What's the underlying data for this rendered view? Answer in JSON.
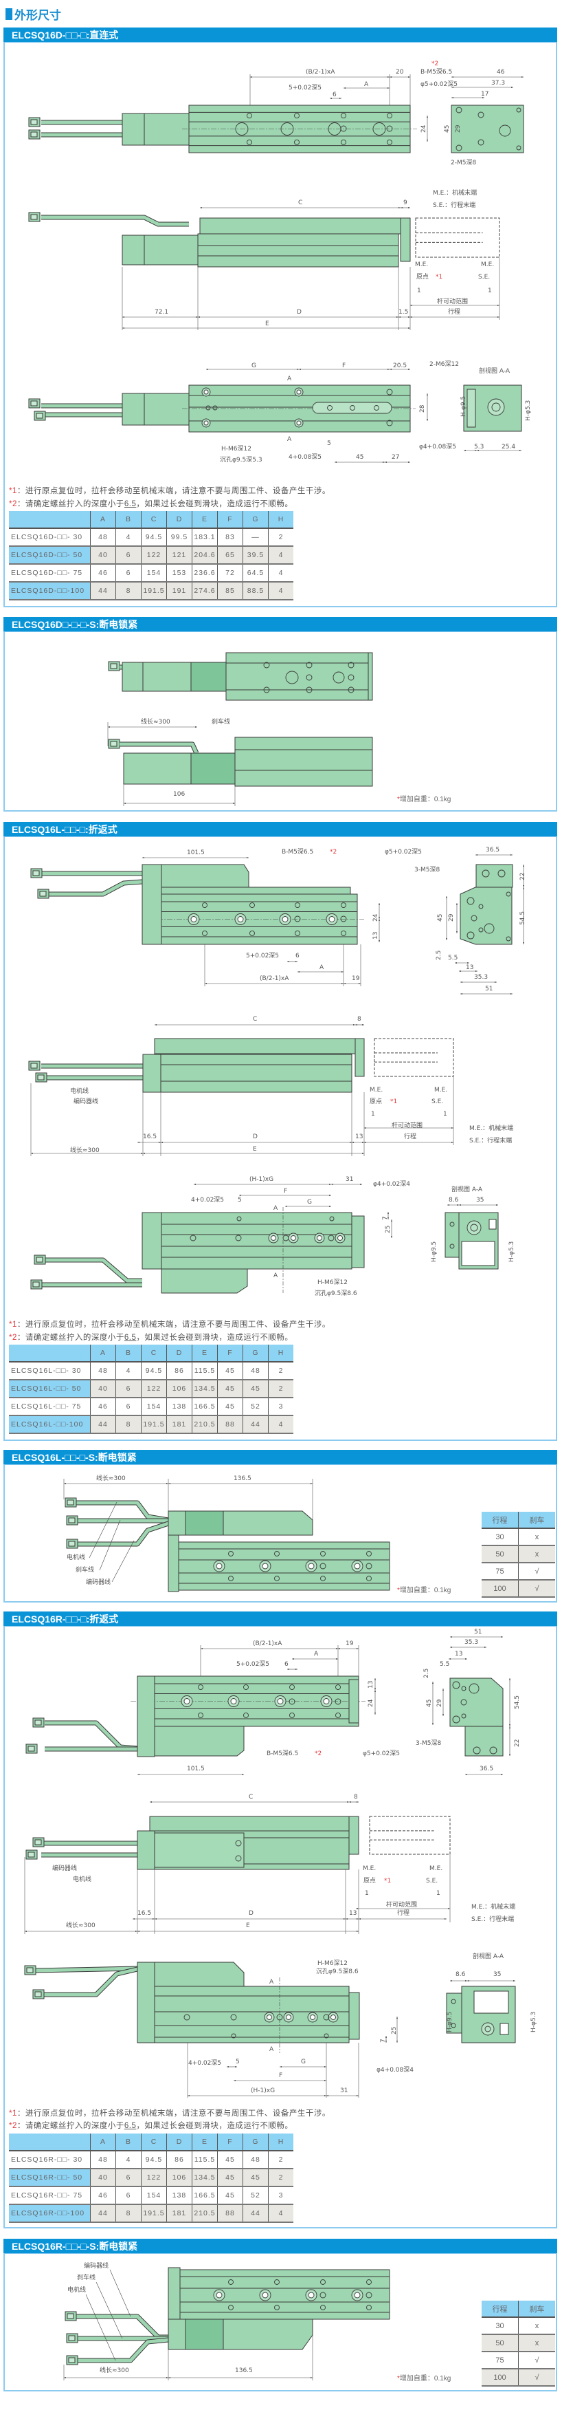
{
  "page_title": "外形尺寸",
  "colors": {
    "header_blue": "#0a94d8",
    "border_blue": "#8ccbef",
    "table_header": "#8dd3f4",
    "alt_row": "#e9e7e1",
    "body_green": "#9dd6b0",
    "dark_green": "#7fc59a",
    "mark_red": "#e5393b"
  },
  "notes": {
    "n1_mark": "*1",
    "n1": "：进行原点复位时，拉杆会移动至机械末端，请注意不要与周围工件、设备产生干涉。",
    "n2_mark": "*2",
    "n2_pre": "：请确定螺丝拧入的深度小于",
    "n2_u": "6.5",
    "n2_post": "，如果过长会碰到滑块，造成运行不顺畅。"
  },
  "weight_note": {
    "mark": "*",
    "text": "增加自重：0.1kg"
  },
  "dim_columns": [
    "A",
    "B",
    "C",
    "D",
    "E",
    "F",
    "G",
    "H"
  ],
  "brake_table": {
    "headers": [
      "行程",
      "刹车"
    ],
    "rows": [
      [
        "30",
        "x"
      ],
      [
        "50",
        "x"
      ],
      [
        "75",
        "√"
      ],
      [
        "100",
        "√"
      ]
    ]
  },
  "sections": [
    {
      "title": "ELCSQ16D-□□-□:直连式",
      "labels": [
        "(B/2-1)xA",
        "20",
        "*2",
        "B-M5深6.5",
        "A",
        "5+0.02深5",
        "φ5+0.02深5",
        "6",
        "24",
        "46",
        "37.3",
        "17",
        "45",
        "29",
        "2-M5深8",
        "C",
        "9",
        "M.E.：机械末端",
        "S.E.：行程末端",
        "M.E.",
        "原点",
        "*1",
        "1",
        "M.E.",
        "S.E.",
        "1",
        "杆可动范围",
        "72.1",
        "D",
        "1.5",
        "行程",
        "E",
        "G",
        "F",
        "20.5",
        "2-M6深12",
        "剖视图 A-A",
        "A",
        "28",
        "H-M6深12",
        "沉孔φ9.5深5.3",
        "4+0.08深5",
        "5",
        "45",
        "27",
        "φ4+0.08深5",
        "A",
        "H-φ9.5",
        "H-φ5.3",
        "5.3",
        "25.4"
      ],
      "table": [
        {
          "model": "ELCSQ16D-□□- 30",
          "values": [
            "48",
            "4",
            "94.5",
            "99.5",
            "183.1",
            "83",
            "—",
            "2"
          ]
        },
        {
          "model": "ELCSQ16D-□□- 50",
          "values": [
            "40",
            "6",
            "122",
            "121",
            "204.6",
            "65",
            "39.5",
            "4"
          ]
        },
        {
          "model": "ELCSQ16D-□□- 75",
          "values": [
            "46",
            "6",
            "154",
            "153",
            "236.6",
            "72",
            "64.5",
            "4"
          ]
        },
        {
          "model": "ELCSQ16D-□□-100",
          "values": [
            "44",
            "8",
            "191.5",
            "191",
            "274.6",
            "85",
            "88.5",
            "4"
          ]
        }
      ]
    },
    {
      "title": "ELCSQ16D□-□-□-S:断电锁紧",
      "labels": [
        "线长≈300",
        "刹车线",
        "106"
      ]
    },
    {
      "title": "ELCSQ16L-□□-□:折返式",
      "labels": [
        "101.5",
        "B-M5深6.5",
        "*2",
        "φ5+0.02深5",
        "36.5",
        "3-M5深8",
        "22",
        "24",
        "13",
        "45",
        "29",
        "54.5",
        "5+0.02深5",
        "6",
        "A",
        "(B/2-1)xA",
        "19",
        "2.5",
        "5.5",
        "13",
        "35.3",
        "51",
        "C",
        "8",
        "电机线",
        "编码器线",
        "M.E.",
        "原点",
        "*1",
        "1",
        "M.E.",
        "S.E.",
        "1",
        "杆可动范围",
        "M.E.：机械末端",
        "S.E.：行程末端",
        "16.5",
        "D",
        "13",
        "行程",
        "线长≈300",
        "E",
        "(H-1)xG",
        "31",
        "φ4+0.02深4",
        "F",
        "G",
        "4+0.02深5",
        "5",
        "A",
        "7",
        "25",
        "A",
        "H-M6深12",
        "沉孔φ9.5深8.6",
        "剖视图 A-A",
        "8.6",
        "35",
        "H-φ9.5",
        "H-φ5.3"
      ],
      "table": [
        {
          "model": "ELCSQ16L-□□- 30",
          "values": [
            "48",
            "4",
            "94.5",
            "86",
            "115.5",
            "45",
            "48",
            "2"
          ]
        },
        {
          "model": "ELCSQ16L-□□- 50",
          "values": [
            "40",
            "6",
            "122",
            "106",
            "134.5",
            "45",
            "45",
            "2"
          ]
        },
        {
          "model": "ELCSQ16L-□□- 75",
          "values": [
            "46",
            "6",
            "154",
            "138",
            "166.5",
            "45",
            "52",
            "3"
          ]
        },
        {
          "model": "ELCSQ16L-□□-100",
          "values": [
            "44",
            "8",
            "191.5",
            "181",
            "210.5",
            "88",
            "44",
            "4"
          ]
        }
      ]
    },
    {
      "title": "ELCSQ16L-□□-□-S:断电锁紧",
      "labels": [
        "线长≈300",
        "136.5",
        "电机线",
        "刹车线",
        "编码器线"
      ]
    },
    {
      "title": "ELCSQ16R-□□-□:折返式",
      "labels": [
        "(B/2-1)xA",
        "19",
        "A",
        "5+0.02深5",
        "6",
        "13",
        "24",
        "B-M5深6.5",
        "*2",
        "φ5+0.02深5",
        "101.5",
        "51",
        "35.3",
        "13",
        "5.5",
        "2.5",
        "45",
        "29",
        "54.5",
        "3-M5深8",
        "22",
        "36.5",
        "C",
        "8",
        "编码器线",
        "电机线",
        "M.E.",
        "原点",
        "*1",
        "1",
        "M.E.",
        "S.E.",
        "1",
        "杆可动范围",
        "M.E.：机械末端",
        "S.E.：行程末端",
        "16.5",
        "D",
        "13",
        "行程",
        "线长≈300",
        "E",
        "剖视图 A-A",
        "H-M6深12",
        "沉孔φ9.5深8.6",
        "A",
        "8.6",
        "35",
        "25",
        "7",
        "A",
        "4+0.02深5",
        "5",
        "G",
        "φ4+0.08深4",
        "F",
        "(H-1)xG",
        "31",
        "H-φ9.5",
        "H-φ5.3"
      ],
      "table": [
        {
          "model": "ELCSQ16R-□□- 30",
          "values": [
            "48",
            "4",
            "94.5",
            "86",
            "115.5",
            "45",
            "48",
            "2"
          ]
        },
        {
          "model": "ELCSQ16R-□□- 50",
          "values": [
            "40",
            "6",
            "122",
            "106",
            "134.5",
            "45",
            "45",
            "2"
          ]
        },
        {
          "model": "ELCSQ16R-□□- 75",
          "values": [
            "46",
            "6",
            "154",
            "138",
            "166.5",
            "45",
            "52",
            "3"
          ]
        },
        {
          "model": "ELCSQ16R-□□-100",
          "values": [
            "44",
            "8",
            "191.5",
            "181",
            "210.5",
            "88",
            "44",
            "4"
          ]
        }
      ]
    },
    {
      "title": "ELCSQ16R-□□-□-S:断电锁紧",
      "labels": [
        "编码器线",
        "刹车线",
        "电机线",
        "线长≈300",
        "136.5"
      ]
    }
  ]
}
